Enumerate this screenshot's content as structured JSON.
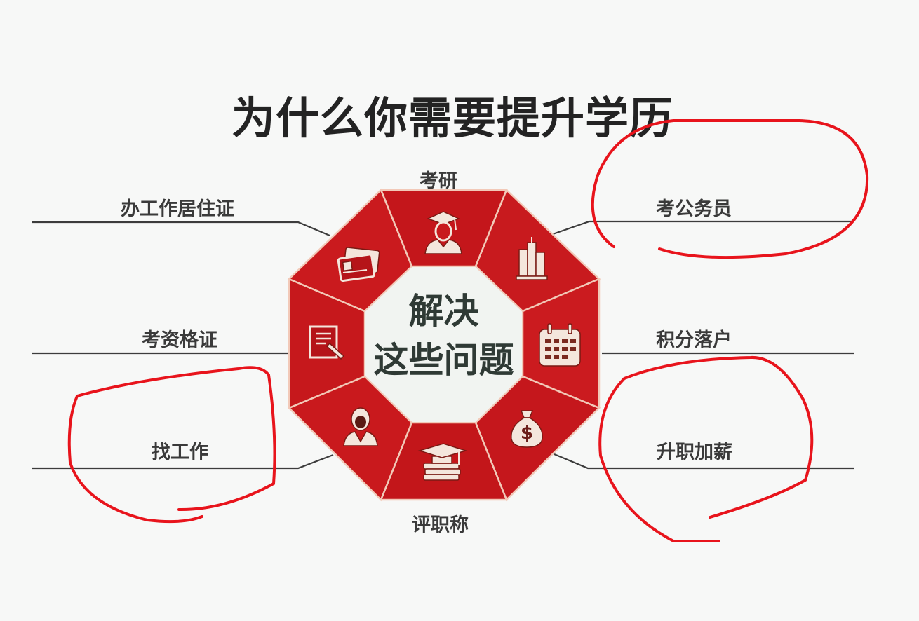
{
  "title": "为什么你需要提升学历",
  "center": {
    "line1": "解决",
    "line2": "这些问题"
  },
  "colors": {
    "segment_red": "#c8191d",
    "segment_edge": "#f2c9b8",
    "icon_fill": "#f4e6dc",
    "center_bg": "#f1f4f1",
    "connector": "#3c3c3c",
    "annotation_red": "#e8141c"
  },
  "labels": {
    "top": "考研",
    "bottom": "评职称",
    "left_upper": "办工作居住证",
    "left_middle": "考资格证",
    "left_lower": "找工作",
    "right_upper": "考公务员",
    "right_middle": "积分落户",
    "right_lower": "升职加薪"
  },
  "segments": [
    {
      "position": "top",
      "icon": "graduate-icon",
      "label_ref": "考研"
    },
    {
      "position": "top-right",
      "icon": "building-icon",
      "label_ref": "考公务员"
    },
    {
      "position": "right",
      "icon": "calendar-icon",
      "label_ref": "积分落户"
    },
    {
      "position": "bottom-right",
      "icon": "money-bag-icon",
      "label_ref": "升职加薪"
    },
    {
      "position": "bottom",
      "icon": "books-cap-icon",
      "label_ref": "评职称"
    },
    {
      "position": "bottom-left",
      "icon": "person-icon",
      "label_ref": "找工作"
    },
    {
      "position": "left",
      "icon": "document-pen-icon",
      "label_ref": "考资格证"
    },
    {
      "position": "top-left",
      "icon": "id-cards-icon",
      "label_ref": "办工作居住证"
    }
  ],
  "annotations": {
    "circled_items": [
      "考公务员",
      "找工作",
      "升职加薪"
    ]
  }
}
